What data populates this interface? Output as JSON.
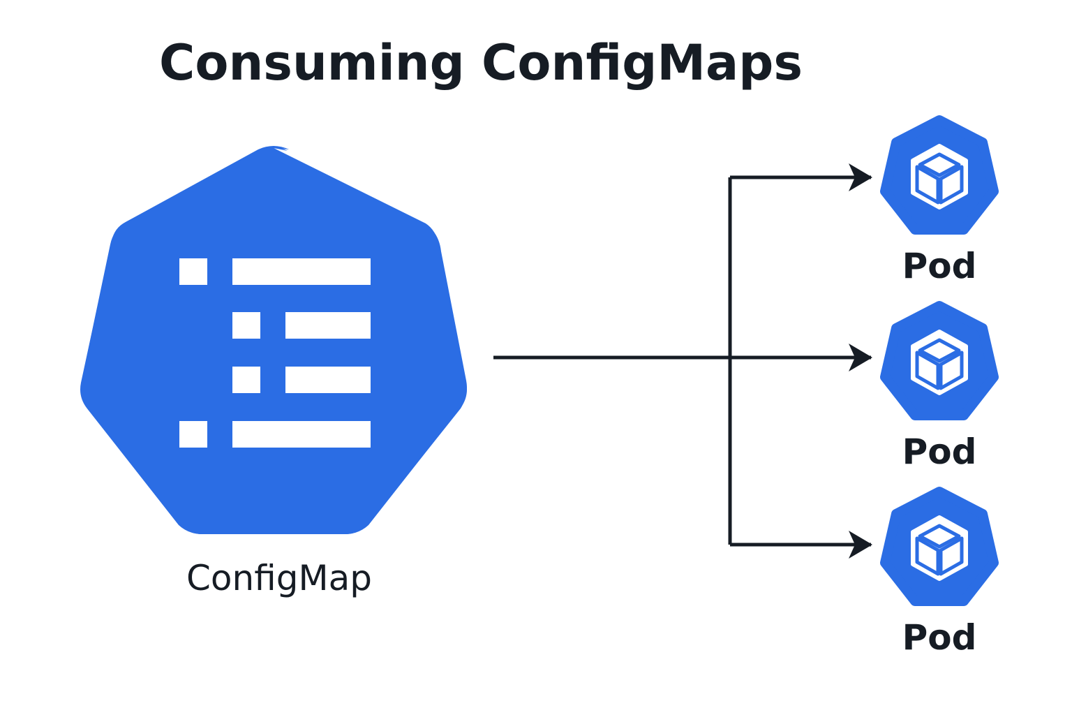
{
  "title": "Consuming ConfigMaps",
  "source": {
    "label": "ConfigMap",
    "icon": "configmap-list-icon"
  },
  "targets": [
    {
      "label": "Pod",
      "icon": "pod-cube-icon"
    },
    {
      "label": "Pod",
      "icon": "pod-cube-icon"
    },
    {
      "label": "Pod",
      "icon": "pod-cube-icon"
    }
  ],
  "colors": {
    "brand_blue": "#2b6de4",
    "arrow": "#161c24",
    "text": "#161c24",
    "background": "#ffffff"
  }
}
